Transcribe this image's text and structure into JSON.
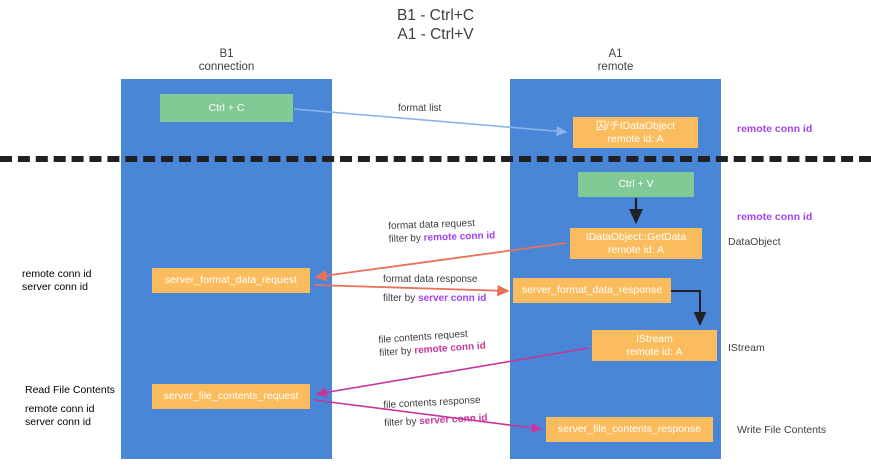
{
  "title": {
    "line1": "B1 - Ctrl+C",
    "line2": "A1 - Ctrl+V"
  },
  "lanes": [
    {
      "id": "b1",
      "name": "B1",
      "role": "connection"
    },
    {
      "id": "a1",
      "name": "A1",
      "role": "remote"
    }
  ],
  "nodes": {
    "ctrl_c": {
      "line1": "Ctrl + C",
      "line2": "",
      "color": "#81c995"
    },
    "idataobject": {
      "line1": "囚/チIDataObject",
      "line2": "remote id: A",
      "color": "#fbbc5e"
    },
    "ctrl_v": {
      "line1": "Ctrl + V",
      "line2": "",
      "color": "#81c995"
    },
    "getdata": {
      "line1": "IDataObject::GetData",
      "line2": "remote id: A",
      "color": "#fbbc5e"
    },
    "sfd_request": {
      "line1": "server_format_data_request",
      "line2": "",
      "color": "#fbbc5e"
    },
    "sfd_response": {
      "line1": "server_format_data_response",
      "line2": "",
      "color": "#fbbc5e"
    },
    "istream": {
      "line1": "IStream",
      "line2": "remote id: A",
      "color": "#fbbc5e"
    },
    "sfc_request": {
      "line1": "server_file_contents_request",
      "line2": "",
      "color": "#fbbc5e"
    },
    "sfc_response": {
      "line1": "server_file_contents_response",
      "line2": "",
      "color": "#fbbc5e"
    }
  },
  "edge_captions": {
    "format_list": {
      "line1": "format list",
      "line2_prefix": "",
      "line2_hl": ""
    },
    "format_data_req": {
      "line1": "format data request",
      "line2_prefix": "filter by ",
      "line2_hl": "remote conn id"
    },
    "format_data_resp": {
      "line1": "format data response",
      "line2_prefix": "filter by ",
      "line2_hl": "server conn id"
    },
    "file_contents_req": {
      "line1": "file contents request",
      "line2_prefix": "filter by ",
      "line2_hl": "remote conn id"
    },
    "file_contents_resp": {
      "line1": "file contents response",
      "line2_prefix": "filter by ",
      "line2_hl": "server conn id"
    }
  },
  "annotations": {
    "right_remote_conn_id_top": "remote conn id",
    "right_remote_conn_id_mid": "remote conn id",
    "right_dataobject": "DataObject",
    "right_istream": "IStream",
    "right_write_file_contents": "Write File Contents",
    "left_read_file_contents": "Read File Contents",
    "left_remote_conn_id_1": "remote conn id",
    "left_server_conn_id_1": "server conn id",
    "left_remote_conn_id_2": "remote conn id",
    "left_server_conn_id_2": "server conn id"
  },
  "colors": {
    "lane_blue": "#4a86d8",
    "node_green": "#81c995",
    "node_orange": "#fbbc5e",
    "purple": "#a142f4",
    "green_text": "#34a853",
    "magenta": "#c6369b",
    "red_arrow": "#e8715a",
    "blue_arrow": "#8ab4e8",
    "black_arrow": "#202124",
    "divider": "#202124",
    "background": "#ffffff"
  }
}
